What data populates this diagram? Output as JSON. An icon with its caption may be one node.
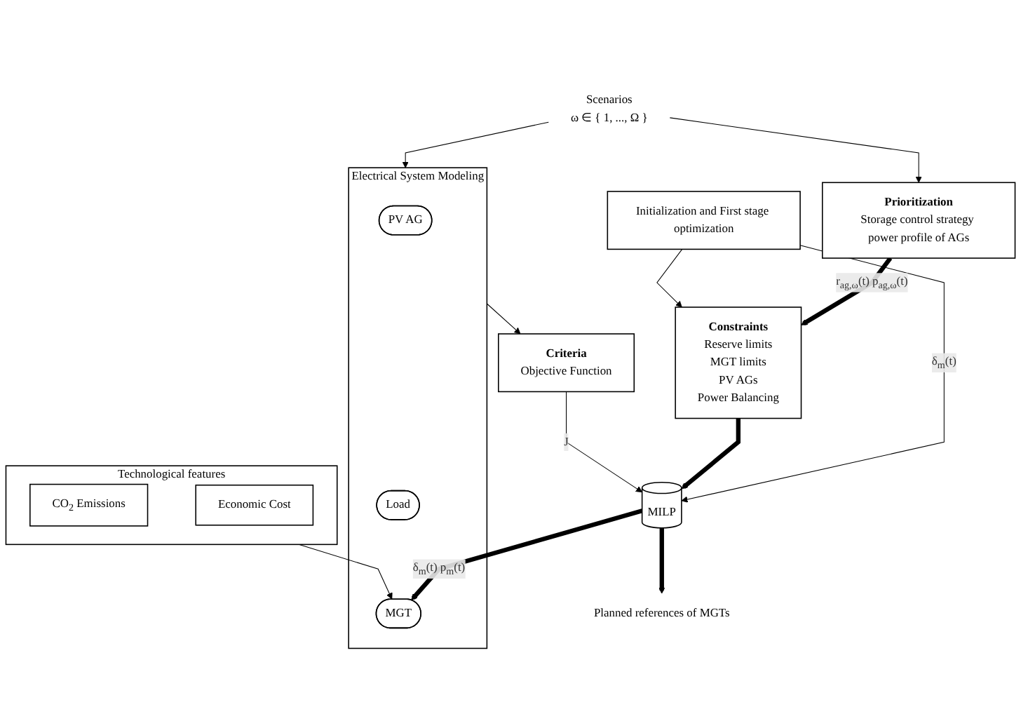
{
  "diagram": {
    "nodes": [
      {
        "text": [
          "Prioritization",
          "Storage control strategy power profile of AGs"
        ]
      },
      {
        "text": [
          "Scenarios",
          "ω ∈ { 1, ..., Ω }"
        ]
      },
      {
        "text": [
          "Initialization and First stage optimization"
        ]
      },
      {
        "text": [
          "Constraints",
          "Reserve limits",
          "MGT limits",
          "PV AGs",
          "Power Balancing"
        ]
      },
      {
        "text": [
          "MILP"
        ]
      },
      {
        "text": [
          "Electrical System Modeling"
        ]
      },
      {
        "text": [
          "PV AG"
        ],
        "in": 5
      },
      {
        "text": [
          "Load"
        ],
        "in": 5
      },
      {
        "text": [
          "MGT"
        ],
        "in": 5
      },
      {
        "text": [
          "Technological features"
        ]
      },
      {
        "text": [
          "CO$_{2}$ Emissions"
        ],
        "in": 9
      },
      {
        "text": [
          "Economic Cost"
        ],
        "in": 9
      },
      {
        "text": [
          "Criteria",
          "Objective Function"
        ]
      },
      {
        "text": [
          "Planned references of MGTs"
        ]
      }
    ],
    "edges": [
      {
        "from": 1,
        "to": 0,
        "arrow": "to"
      },
      {
        "from": 0,
        "to": 3,
        "arrow": "to",
        "style": "thick",
        "label": "r$_{ag,ω}$(t) p$_{ag,ω}$(t)"
      },
      {
        "from": 2,
        "to": 3,
        "arrow": "to"
      },
      {
        "from": 2,
        "to": 4,
        "arrow": "to",
        "label": "δ$_{m}$(t)"
      },
      {
        "from": 3,
        "to": 4,
        "arrow": "to",
        "style": "thick"
      },
      {
        "from": 4,
        "to": 8,
        "arrow": "to",
        "style": "thick",
        "label": "δ$_{m}$(t) p$_{m}$(t)"
      },
      {
        "from": 1,
        "to": 5,
        "arrow": "to"
      },
      {
        "from": 9,
        "to": 8,
        "arrow": "to"
      },
      {
        "from": 5,
        "to": 12,
        "arrow": "to"
      },
      {
        "from": 12,
        "to": 4,
        "arrow": "to",
        "label": "J"
      },
      {
        "from": 4,
        "to": 13,
        "arrow": "to",
        "style": "thick"
      }
    ]
  }
}
